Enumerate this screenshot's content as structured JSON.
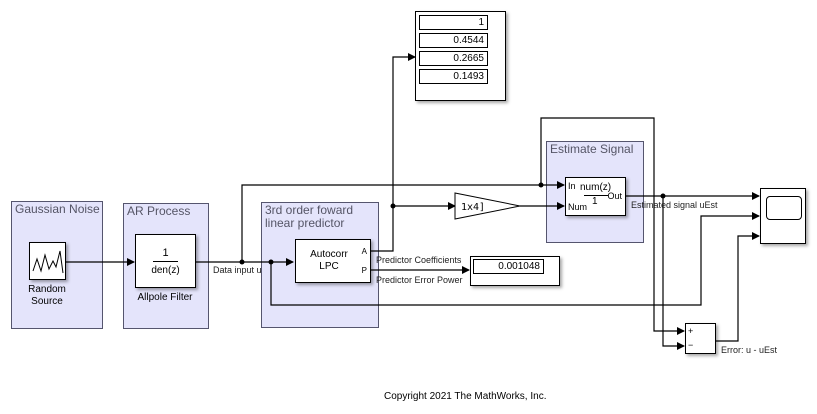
{
  "subsystems": {
    "gaussian_noise": "Gaussian Noise",
    "ar_process": "AR Process",
    "predictor": "3rd order foward linear predictor",
    "estimate_signal": "Estimate Signal"
  },
  "blocks": {
    "random_source": {
      "label_line1": "Random",
      "label_line2": "Source"
    },
    "allpole_filter": {
      "numerator": "1",
      "denominator": "den(z)",
      "label": "Allpole Filter"
    },
    "autocorr_lpc": {
      "line1": "Autocorr",
      "line2": "LPC",
      "port_a": "A",
      "port_p": "P"
    },
    "gain": {
      "text": "1x4]"
    },
    "fir_filter": {
      "port_in": "In",
      "port_num": "Num",
      "port_out": "Out",
      "numerator": "num(z)",
      "denominator": "1"
    },
    "coeff_display": {
      "values": [
        "1",
        "0.4544",
        "0.2665",
        "0.1493"
      ]
    },
    "power_display": {
      "value": "0.001048"
    },
    "sum": {
      "plus": "+",
      "minus": "−"
    }
  },
  "signals": {
    "data_input": "Data input u",
    "pred_coeffs": "Predictor Coefficients",
    "pred_error_power": "Predictor Error Power",
    "estimated_signal": "Estimated signal uEst",
    "error": "Error: u - uEst"
  },
  "footer": {
    "copyright": "Copyright 2021 The MathWorks, Inc."
  }
}
